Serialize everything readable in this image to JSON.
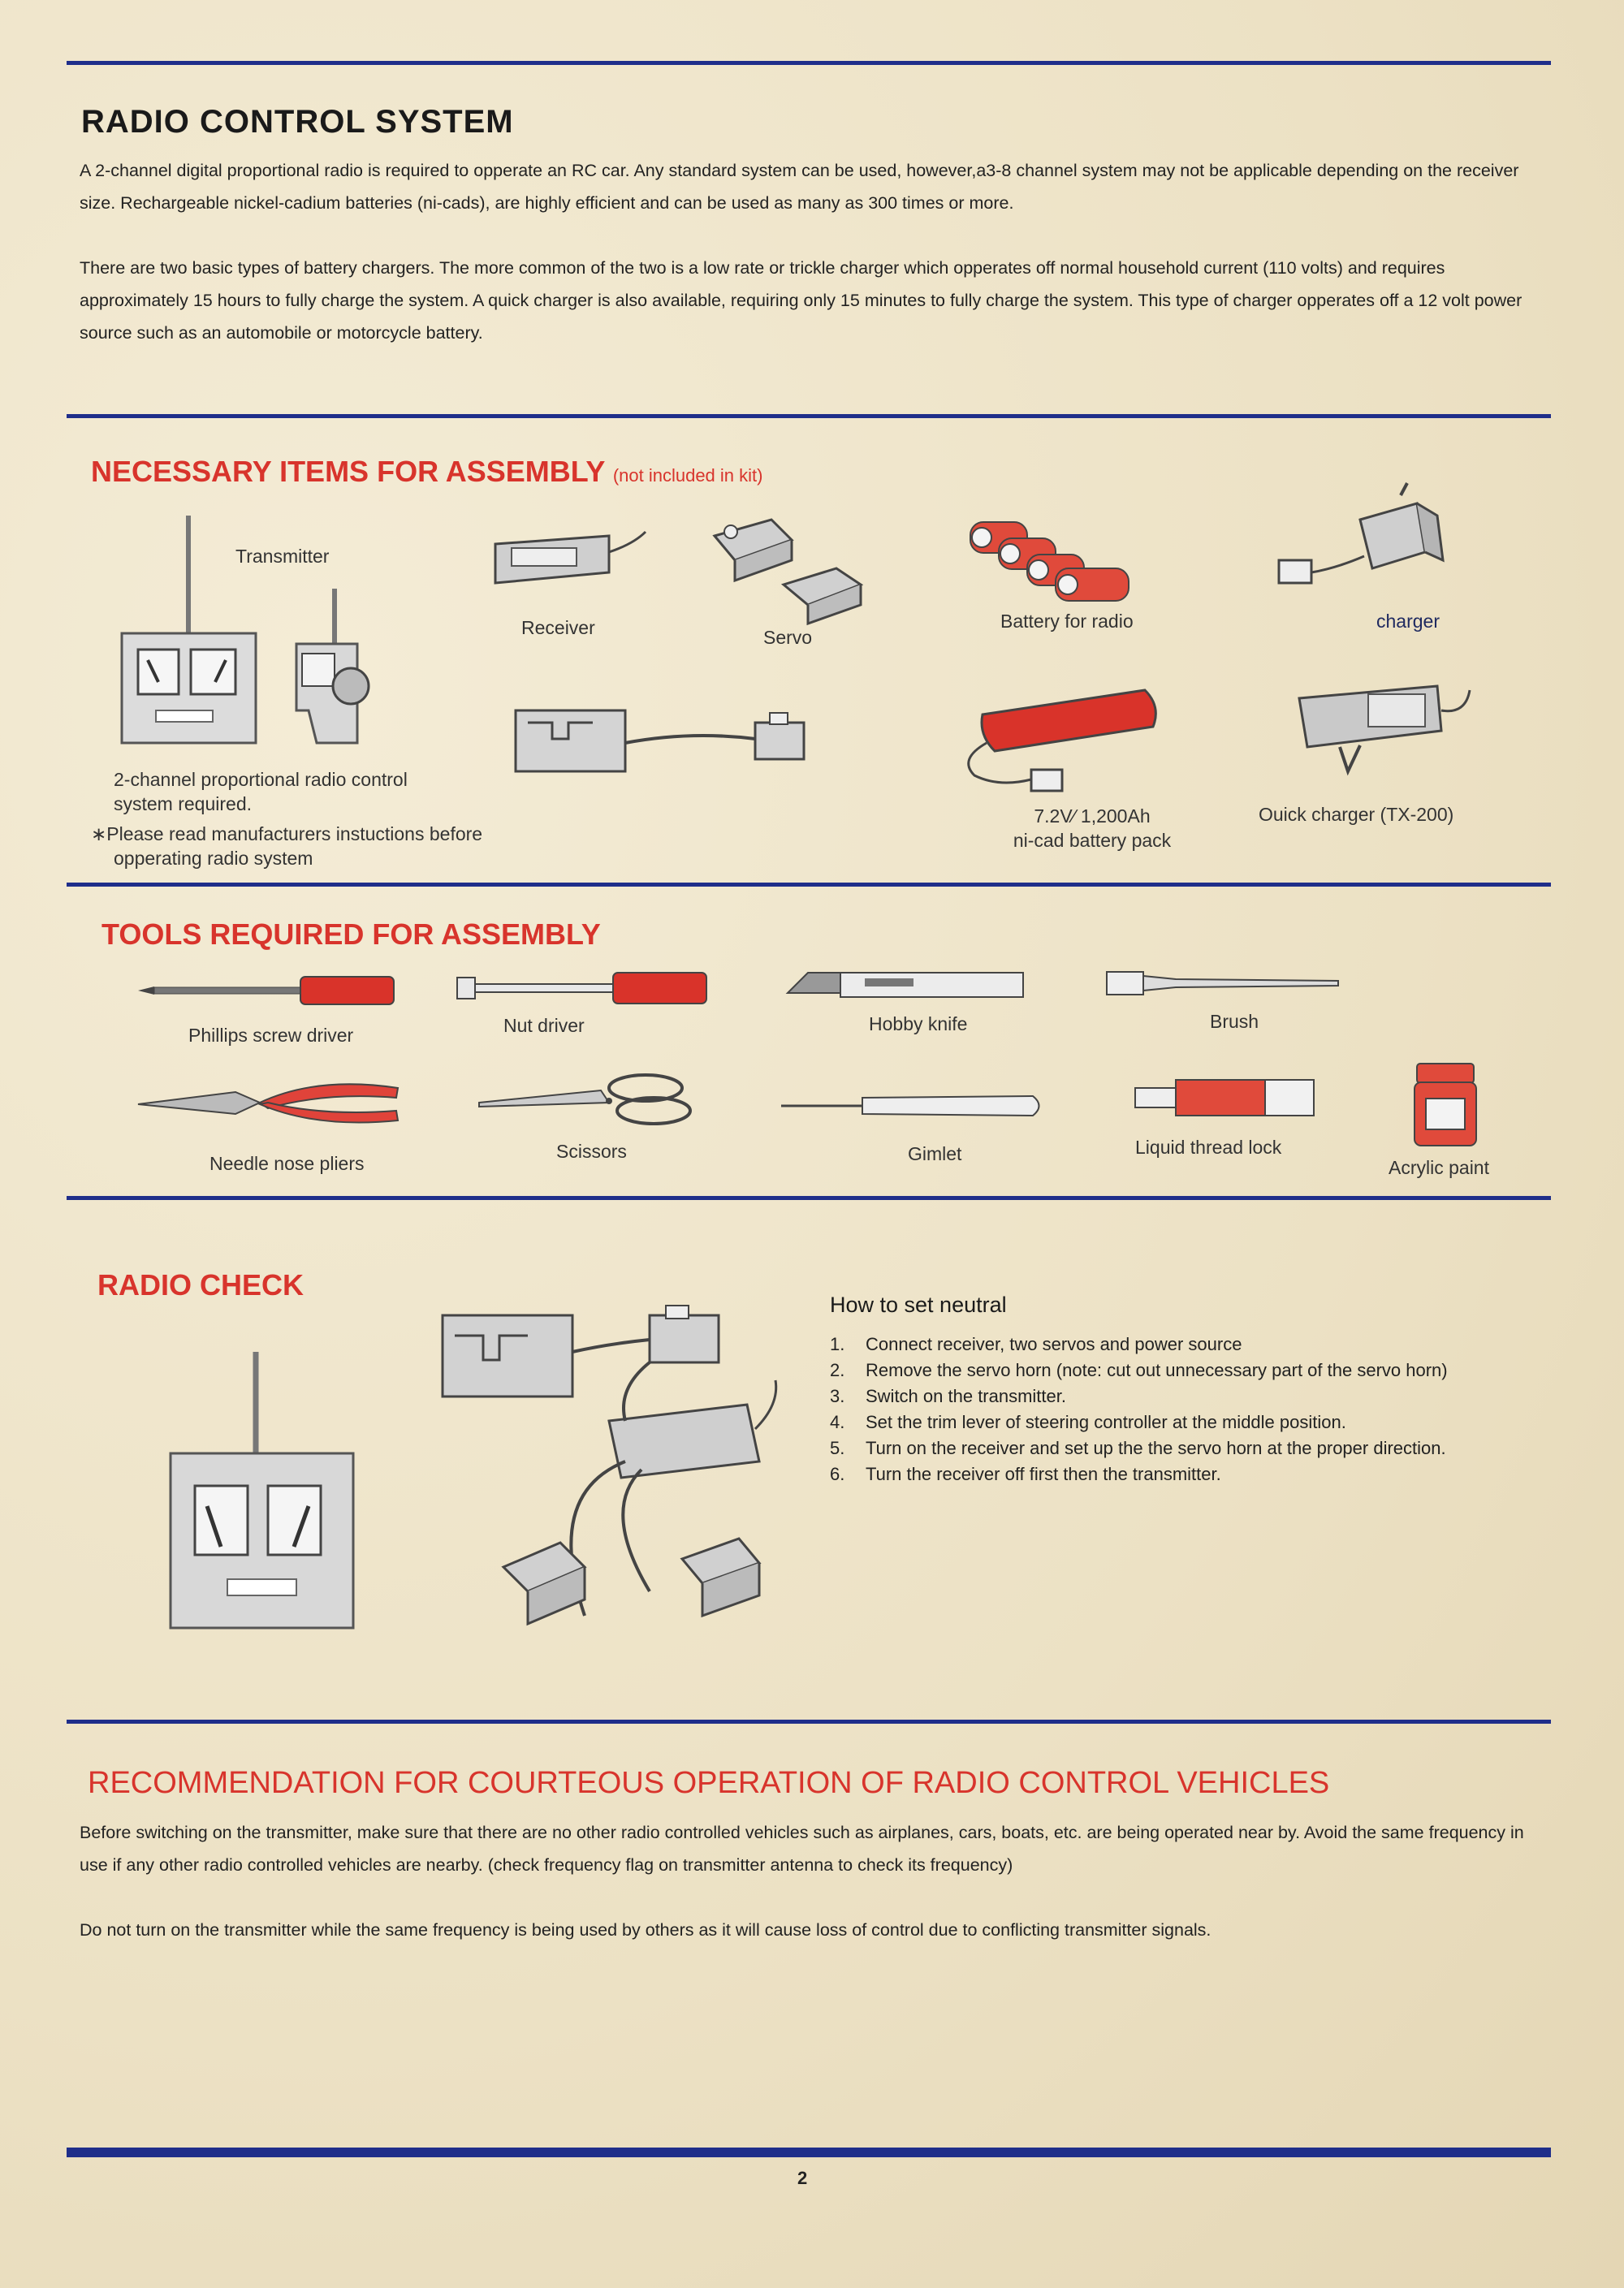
{
  "radio_control_system": {
    "title": "RADIO CONTROL SYSTEM",
    "p1": "A 2-channel digital proportional radio is required to opperate an RC car.  Any standard system can be used, however,a3-8 channel system may not be applicable depending on the receiver size.  Rechargeable nickel-cadium batteries (ni-cads), are highly efficient and can be used as many as 300 times or more.",
    "p2": "There are two basic types of battery chargers.  The more common of the two is a low rate or trickle charger which opperates off normal household current (110 volts) and requires approximately 15 hours to fully charge the system.  A quick charger is also available, requiring only 15 minutes to fully charge the system.  This type of charger opperates off a 12 volt power source such as an automobile or motorcycle battery."
  },
  "necessary_items": {
    "title": "NECESSARY ITEMS FOR ASSEMBLY",
    "subtitle": "(not included in kit)",
    "transmitter": "Transmitter",
    "receiver": "Receiver",
    "servo": "Servo",
    "battery_for_radio": "Battery for radio",
    "charger": "charger",
    "radio_note_1": "2-channel proportional radio control",
    "radio_note_2": "system required.",
    "warning_1": "∗Please read manufacturers instuctions before",
    "warning_2": "opperating radio system",
    "battery_pack_1": "7.2V∕ 1,200Ah",
    "battery_pack_2": "ni-cad battery pack",
    "quick_charger": "Ouick charger (TX-200)"
  },
  "tools": {
    "title": "TOOLS REQUIRED FOR ASSEMBLY",
    "phillips": "Phillips screw driver",
    "nut_driver": "Nut driver",
    "hobby_knife": "Hobby knife",
    "brush": "Brush",
    "pliers": "Needle nose pliers",
    "scissors": "Scissors",
    "gimlet": "Gimlet",
    "thread_lock": "Liquid thread lock",
    "acrylic_paint": "Acrylic paint"
  },
  "radio_check": {
    "title": "RADIO CHECK",
    "subtitle": "How to set neutral",
    "steps": [
      {
        "n": "1.",
        "text": "Connect receiver, two servos and power source"
      },
      {
        "n": "2.",
        "text": "Remove the servo horn (note: cut out unnecessary part of the servo horn)"
      },
      {
        "n": "3.",
        "text": "Switch on the transmitter."
      },
      {
        "n": "4.",
        "text": "Set the trim lever of steering controller at the middle position."
      },
      {
        "n": "5.",
        "text": "Turn on the receiver and set up the the servo horn at the proper direction."
      },
      {
        "n": "6.",
        "text": "Turn the receiver off first then the transmitter."
      }
    ]
  },
  "recommendation": {
    "title": "RECOMMENDATION FOR COURTEOUS OPERATION OF RADIO CONTROL VEHICLES",
    "p1": "Before switching on the transmitter, make sure that there are no other radio controlled vehicles such as airplanes, cars, boats, etc. are being operated near by.  Avoid the same frequency in use if any other radio controlled vehicles are nearby.  (check frequency flag on transmitter antenna to check its frequency)",
    "p2": "Do not turn on the transmitter while the same frequency is being used by others as it will cause loss of control due to conflicting transmitter signals."
  },
  "footer": {
    "page_number": "2"
  },
  "colors": {
    "rule_blue": "#1f2e8a",
    "heading_red": "#d8342c",
    "tool_red": "#d9332a"
  }
}
